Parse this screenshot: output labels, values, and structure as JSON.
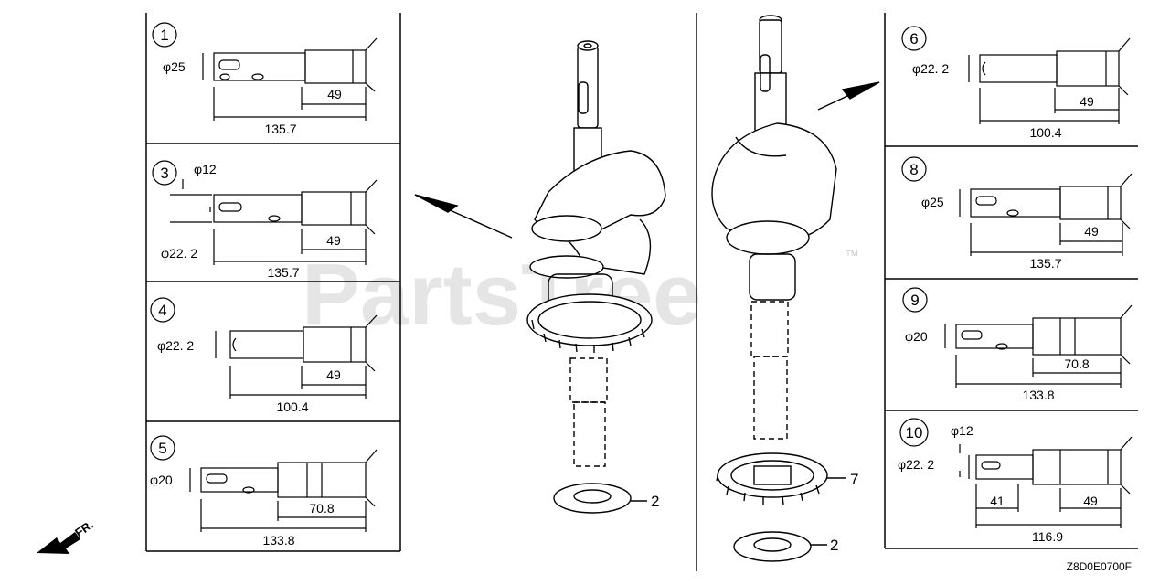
{
  "variants": [
    {
      "num": "1",
      "dia": "φ25",
      "d1": "49",
      "d2": "135.7"
    },
    {
      "num": "3",
      "dia_small": "φ12",
      "dia": "φ22. 2",
      "d1": "49",
      "d2": "135.7"
    },
    {
      "num": "4",
      "dia": "φ22. 2",
      "d1": "49",
      "d2": "100.4"
    },
    {
      "num": "5",
      "dia": "φ20",
      "d1": "70.8",
      "d2": "133.8"
    },
    {
      "num": "6",
      "dia": "φ22. 2",
      "d1": "49",
      "d2": "100.4"
    },
    {
      "num": "8",
      "dia": "φ25",
      "d1": "49",
      "d2": "135.7"
    },
    {
      "num": "9",
      "dia": "φ20",
      "d1": "70.8",
      "d2": "133.8"
    },
    {
      "num": "10",
      "dia_small": "φ12",
      "dia": "φ22. 2",
      "d0": "41",
      "d1": "49",
      "d2": "116.9"
    }
  ],
  "callouts": {
    "washer": "2",
    "gear": "7"
  },
  "direction_label": "FR.",
  "watermark": "PartsTree",
  "trademark": "™",
  "diagram_code": "Z8D0E0700F"
}
